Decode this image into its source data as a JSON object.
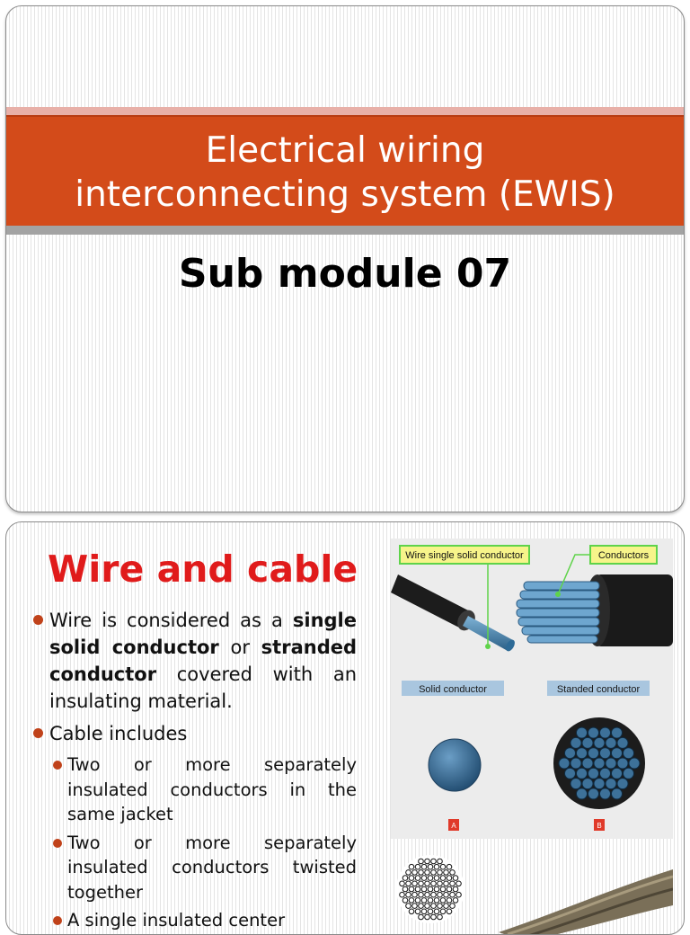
{
  "slide1": {
    "title_line1": "Electrical wiring",
    "title_line2": "interconnecting system (EWIS)",
    "subtitle": "Sub module 07"
  },
  "slide2": {
    "title": "Wire and cable",
    "bullet1": {
      "t1": "Wire is considered as a ",
      "b1": "single solid conductor",
      "t2": " or ",
      "b2": "stranded conductor",
      "t3": " covered with an insulating material."
    },
    "bullet2": "Cable includes",
    "sub_bullets": [
      "Two or more separately insulated conductors in the same jacket",
      "Two or more separately insulated conductors twisted together",
      "A single insulated center"
    ],
    "figure": {
      "label_solid_callout": "Wire single solid conductor",
      "label_conductors_callout": "Conductors",
      "label_solid": "Solid conductor",
      "label_standed": "Standed conductor",
      "marker_a": "A",
      "marker_b": "B"
    }
  },
  "colors": {
    "title_band": "#d34b1a",
    "title_red": "#e01b1b",
    "bullet": "#c0421a",
    "callout_green": "#5fd34a"
  }
}
